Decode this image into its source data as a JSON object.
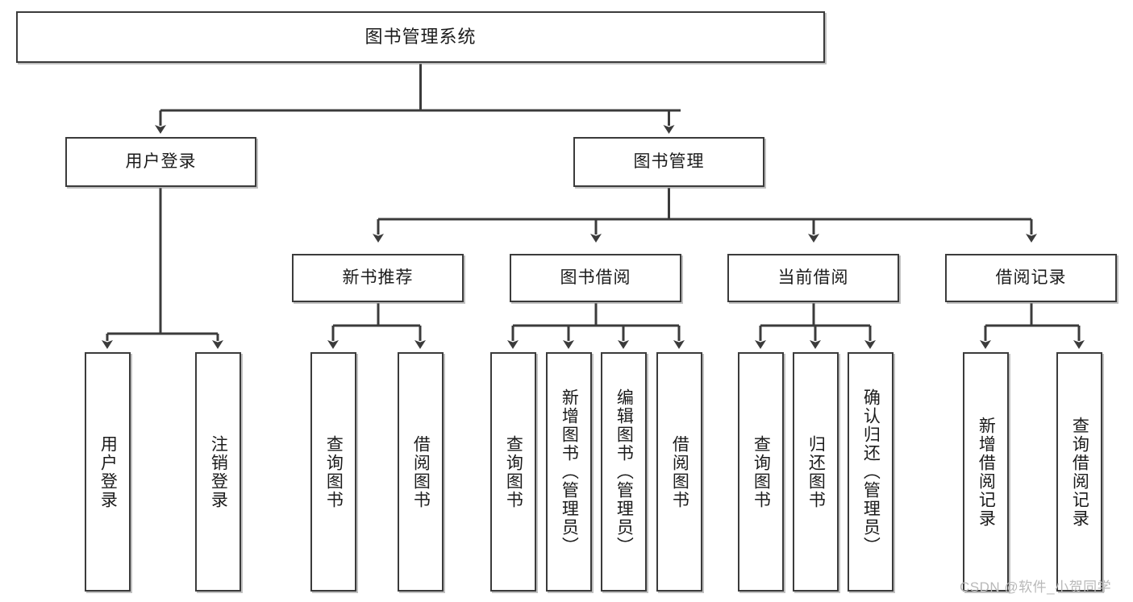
{
  "diagram": {
    "type": "tree",
    "title": "图书管理系统",
    "watermark": "CSDN @软件_小贺同学",
    "colors": {
      "stroke": "#3b3b3b",
      "fill": "#ffffff",
      "text": "#1b1b1b",
      "watermark": "#b9b9b9"
    },
    "levels": {
      "root": {
        "label": "图书管理系统"
      },
      "level2": [
        {
          "id": "user-login",
          "label": "用户登录"
        },
        {
          "id": "book-management",
          "label": "图书管理"
        }
      ],
      "level3": [
        {
          "id": "new-book-recommend",
          "label": "新书推荐",
          "parent": "book-management"
        },
        {
          "id": "book-borrow",
          "label": "图书借阅",
          "parent": "book-management"
        },
        {
          "id": "current-borrow",
          "label": "当前借阅",
          "parent": "book-management"
        },
        {
          "id": "borrow-record",
          "label": "借阅记录",
          "parent": "book-management"
        }
      ],
      "leaves": [
        {
          "id": "leaf-user-login",
          "label": "用户登录",
          "parent": "user-login"
        },
        {
          "id": "leaf-logout-login",
          "label": "注销登录",
          "parent": "user-login"
        },
        {
          "id": "leaf-query-book-1",
          "label": "查询图书",
          "parent": "new-book-recommend"
        },
        {
          "id": "leaf-borrow-book-1",
          "label": "借阅图书",
          "parent": "new-book-recommend"
        },
        {
          "id": "leaf-query-book-2",
          "label": "查询图书",
          "parent": "book-borrow"
        },
        {
          "id": "leaf-add-book",
          "label": "新增图书（管理员）",
          "parent": "book-borrow"
        },
        {
          "id": "leaf-edit-book",
          "label": "编辑图书（管理员）",
          "parent": "book-borrow"
        },
        {
          "id": "leaf-borrow-book-2",
          "label": "借阅图书",
          "parent": "book-borrow"
        },
        {
          "id": "leaf-query-book-3",
          "label": "查询图书",
          "parent": "current-borrow"
        },
        {
          "id": "leaf-return-book",
          "label": "归还图书",
          "parent": "current-borrow"
        },
        {
          "id": "leaf-confirm-return",
          "label": "确认归还（管理员）",
          "parent": "current-borrow"
        },
        {
          "id": "leaf-add-record",
          "label": "新增借阅记录",
          "parent": "borrow-record"
        },
        {
          "id": "leaf-query-record",
          "label": "查询借阅记录",
          "parent": "borrow-record"
        }
      ]
    }
  }
}
